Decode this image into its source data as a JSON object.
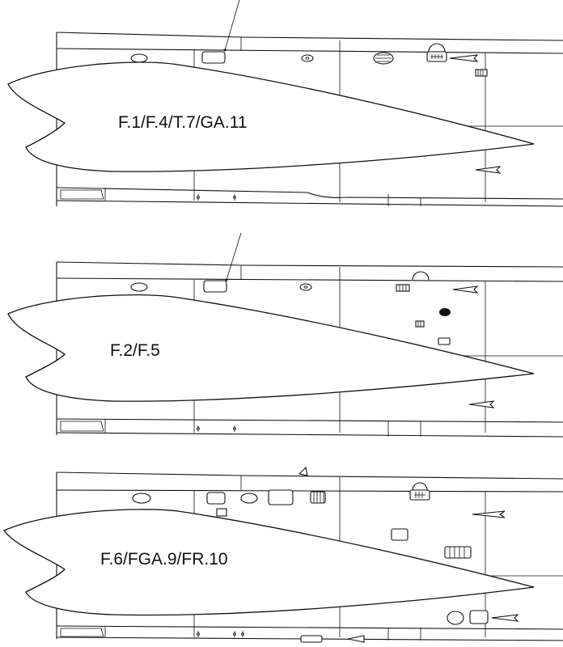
{
  "panels": [
    {
      "label": "F.1/F.4/T.7/GA.11"
    },
    {
      "label": "F.2/F.5"
    },
    {
      "label": "F.6/FGA.9/FR.10"
    }
  ]
}
